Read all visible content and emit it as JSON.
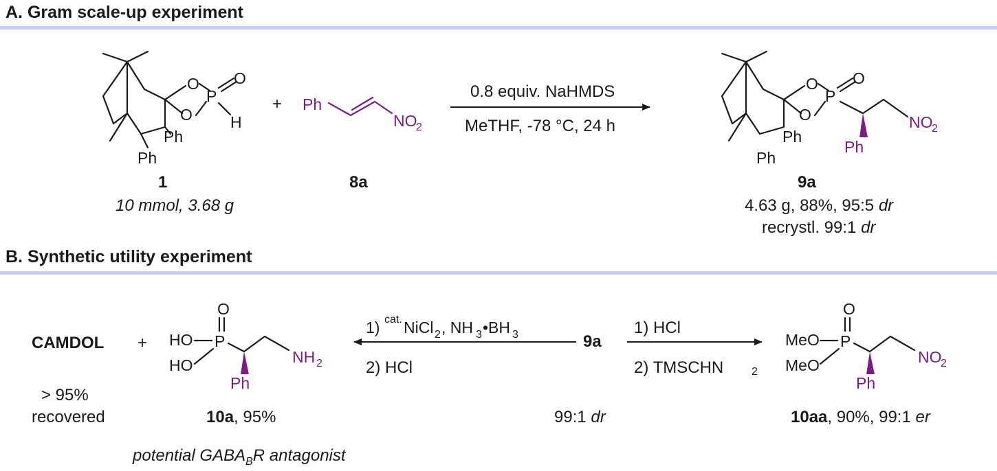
{
  "section_a": {
    "title": "A. Gram scale-up experiment",
    "compound_1": {
      "id": "1",
      "amount": "10 mmol, 3.68 g"
    },
    "plus": "+",
    "compound_8a": {
      "id": "8a"
    },
    "conditions_top": "0.8 equiv. NaHMDS",
    "conditions_bottom": "MeTHF, -78 °C, 24 h",
    "compound_9a": {
      "id": "9a",
      "yield": "4.63 g, 88%, 95:5",
      "yield_dr": "dr",
      "recryst": "recrystl. 99:1",
      "recryst_dr": "dr"
    }
  },
  "section_b": {
    "title": "B. Synthetic utility experiment",
    "camdol": "CAMDOL",
    "plus": "+",
    "recovered_1": "> 95%",
    "recovered_2": "recovered",
    "compound_10a": {
      "id": "10a",
      "yield": ", 95%",
      "note_pre": "potential GABA",
      "note_sub": "B",
      "note_post": "R antagonist"
    },
    "left_step1_sup": "cat.",
    "left_step1": "1) ",
    "left_step2": "2) HCl",
    "center_id": "9a",
    "center_dr": "99:1",
    "center_dr_it": "dr",
    "right_step1": "1) HCl",
    "right_step2": "2) TMSCHN",
    "compound_10aa": {
      "id": "10aa",
      "yield": ", 90%, 99:1",
      "er": "er"
    }
  },
  "colors": {
    "accent_rule": "#c7cdf2",
    "highlight": "#7a1e86",
    "ink": "#1a1a1a"
  }
}
